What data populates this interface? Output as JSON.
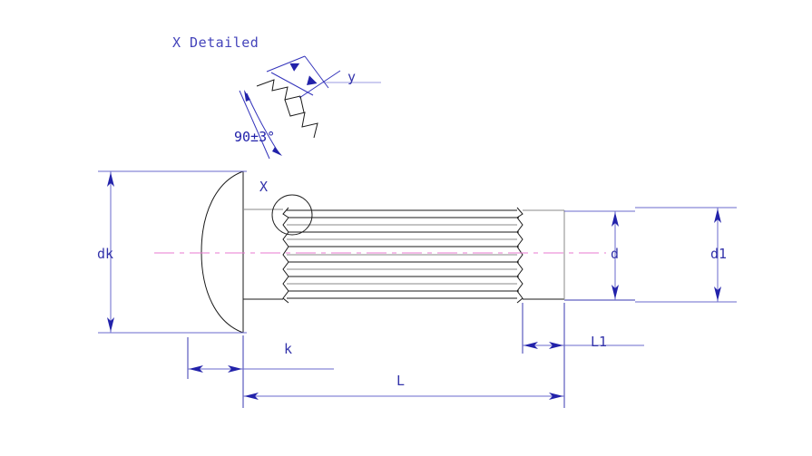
{
  "drawing": {
    "type": "engineering-part-drawing",
    "part": "knurled-round-head-rivet-pin",
    "background_color": "#ffffff",
    "line_colors": {
      "dimension": "#6a6acd",
      "object": "#1a1a1a",
      "centerline": "#e87ad0",
      "text": "#3333aa",
      "detail": "#3333bb"
    }
  },
  "detail_view": {
    "title": "X Detailed",
    "angle_label": "90±3°",
    "axis_label": "y"
  },
  "callouts": {
    "detail_marker": "X"
  },
  "dimensions": {
    "head_diameter": "dk",
    "head_height": "k",
    "shank_diameter": "d",
    "tail_diameter": "d1",
    "total_length": "L",
    "tail_length": "L1"
  },
  "dimension_list": [
    {
      "key": "dk",
      "label": "dk",
      "orientation": "vertical",
      "position": "left"
    },
    {
      "key": "k",
      "label": "k",
      "orientation": "horizontal",
      "position": "bottom-left"
    },
    {
      "key": "d",
      "label": "d",
      "orientation": "vertical",
      "position": "right-inner"
    },
    {
      "key": "d1",
      "label": "d1",
      "orientation": "vertical",
      "position": "right-outer"
    },
    {
      "key": "L",
      "label": "L",
      "orientation": "horizontal",
      "position": "bottom"
    },
    {
      "key": "L1",
      "label": "L1",
      "orientation": "horizontal",
      "position": "bottom-right"
    }
  ]
}
